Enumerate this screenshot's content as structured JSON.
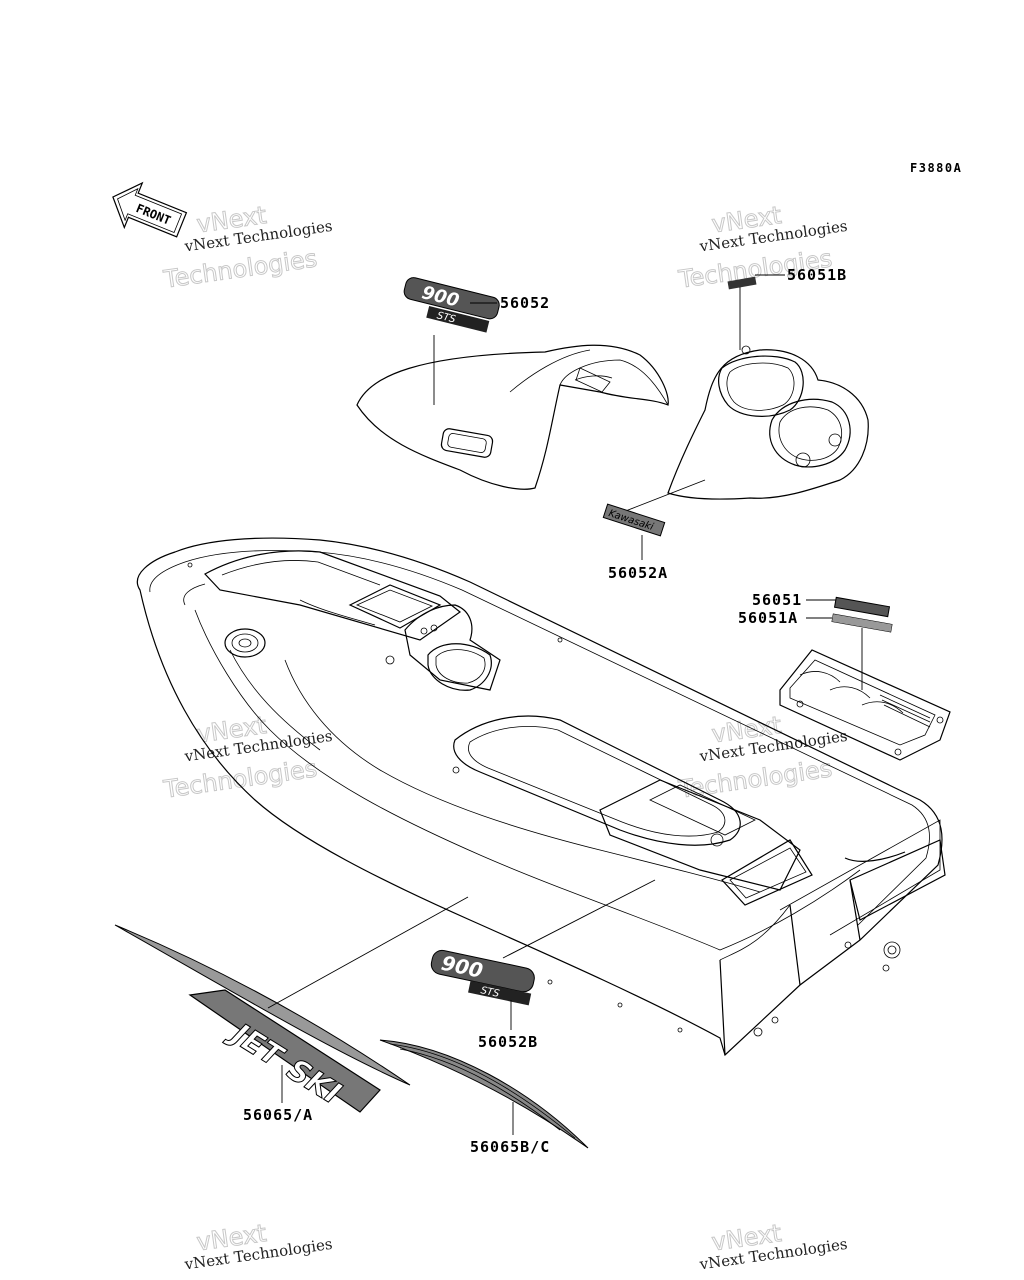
{
  "figure_code": "F3880A",
  "front_arrow_text": "FRONT",
  "watermark": {
    "line1": "vNext Technologies",
    "line2": "vNext",
    "line3": "Technologies"
  },
  "callouts": [
    {
      "id": "56052",
      "label": "56052"
    },
    {
      "id": "56051B",
      "label": "56051B"
    },
    {
      "id": "56052A",
      "label": "56052A"
    },
    {
      "id": "56051",
      "label": "56051"
    },
    {
      "id": "56051A",
      "label": "56051A"
    },
    {
      "id": "56052B",
      "label": "56052B"
    },
    {
      "id": "56065A",
      "label": "56065/A"
    },
    {
      "id": "56065BC",
      "label": "56065B/C"
    }
  ],
  "decal_text": {
    "model_top": "900",
    "model_sub": "STS",
    "brand": "Kawasaki",
    "jetski_a": "JET",
    "jetski_b": "SKI"
  }
}
